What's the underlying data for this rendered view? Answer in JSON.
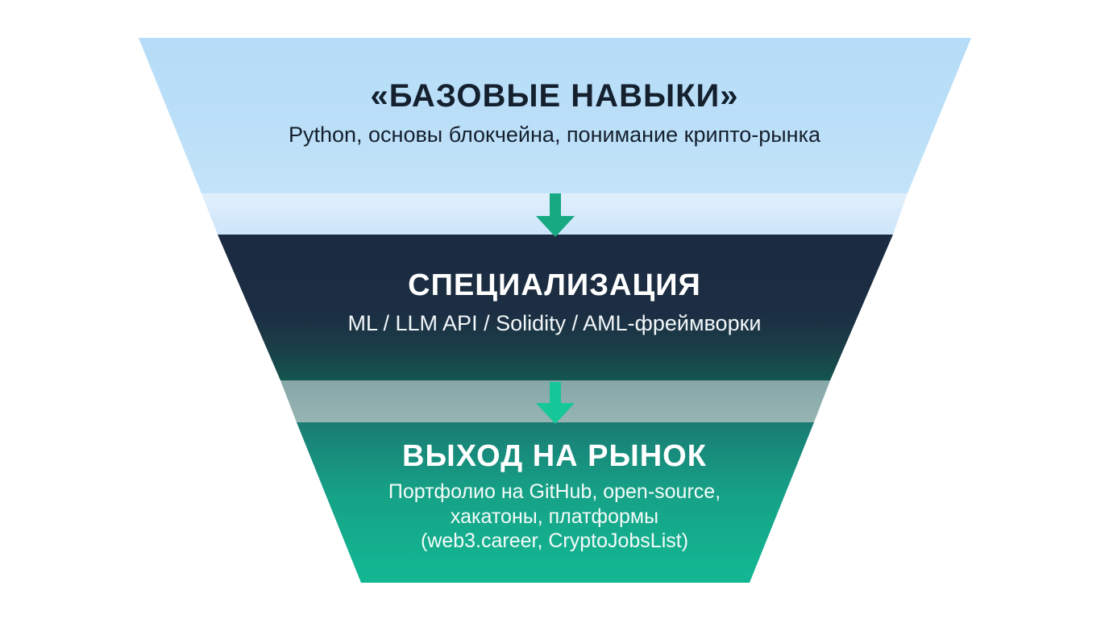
{
  "diagram": {
    "type": "funnel",
    "orientation": "vertical-descending",
    "background_color": "#ffffff",
    "stages": [
      {
        "index": 1,
        "title": "«БАЗОВЫЕ НАВЫКИ»",
        "subtitle": "Python, основы блокчейна, понимание крипто-рынка",
        "fill_top_color": "#b7ddf7",
        "fill_bottom_color": "#bfe1f8",
        "title_color": "#14202e",
        "subtitle_color": "#14202e"
      },
      {
        "index": 2,
        "title": "СПЕЦИАЛИЗАЦИЯ",
        "subtitle": "ML / LLM API / Solidity / AML-фреймворки",
        "fill_top_color": "#1b2b41",
        "fill_bottom_color": "#15564f",
        "title_color": "#ffffff",
        "subtitle_color": "#f2f7fa"
      },
      {
        "index": 3,
        "title": "ВЫХОД НА РЫНОК",
        "subtitle_lines": [
          "Портфолио на GitHub, open-source,",
          "хакатоны, платформы",
          "(web3.career, CryptoJobsList)"
        ],
        "fill_top_color": "#1b7c74",
        "fill_bottom_color": "#12b893",
        "title_color": "#ffffff",
        "subtitle_color": "#f4fbf9"
      }
    ],
    "connectors": [
      {
        "index": 1,
        "between": "stage-1-to-stage-2",
        "fill_top_color": "#dbecfb",
        "fill_bottom_color": "#cfe6fa"
      },
      {
        "index": 2,
        "between": "stage-2-to-stage-3",
        "fill_top_color": "#8aa8a9",
        "fill_bottom_color": "#92b1b0"
      }
    ],
    "arrows": [
      {
        "index": 1,
        "direction": "down",
        "color": "#16a982"
      },
      {
        "index": 2,
        "direction": "down",
        "color": "#16c79a"
      }
    ]
  }
}
